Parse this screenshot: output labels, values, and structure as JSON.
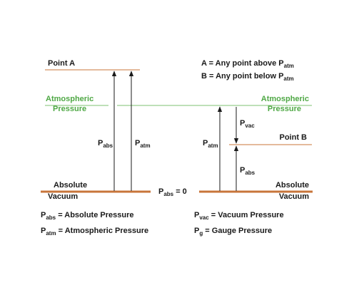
{
  "colors": {
    "orange": "#c8753a",
    "green": "#4fa845",
    "black": "#1a1a1a"
  },
  "left": {
    "point_a": "Point A",
    "atm_line1": "Atmospheric",
    "atm_line2": "Pressure",
    "abs_line1": "Absolute",
    "abs_line2": "Vacuum",
    "p_abs_main": "P",
    "p_abs_sub": "abs",
    "p_atm_main": "P",
    "p_atm_sub": "atm"
  },
  "right": {
    "legend_a_text": "A = Any point above P",
    "legend_a_sub": "atm",
    "legend_b_text": "B = Any point below P",
    "legend_b_sub": "atm",
    "atm_line1": "Atmospheric",
    "atm_line2": "Pressure",
    "point_b": "Point B",
    "abs_line1": "Absolute",
    "abs_line2": "Vacuum",
    "p_vac_main": "P",
    "p_vac_sub": "vac",
    "p_atm_main": "P",
    "p_atm_sub": "atm",
    "p_abs_main": "P",
    "p_abs_sub": "abs"
  },
  "center": {
    "pabs_zero_main": "P",
    "pabs_zero_sub": "abs",
    "pabs_zero_rest": " = 0"
  },
  "legend": {
    "abs_main": "P",
    "abs_sub": "abs",
    "abs_text": " = Absolute Pressure",
    "atm_main": "P",
    "atm_sub": "atm",
    "atm_text": " = Atmospheric Pressure",
    "vac_main": "P",
    "vac_sub": "vac",
    "vac_text": " = Vacuum Pressure",
    "g_main": "P",
    "g_sub": "g",
    "g_text": " = Gauge Pressure"
  }
}
